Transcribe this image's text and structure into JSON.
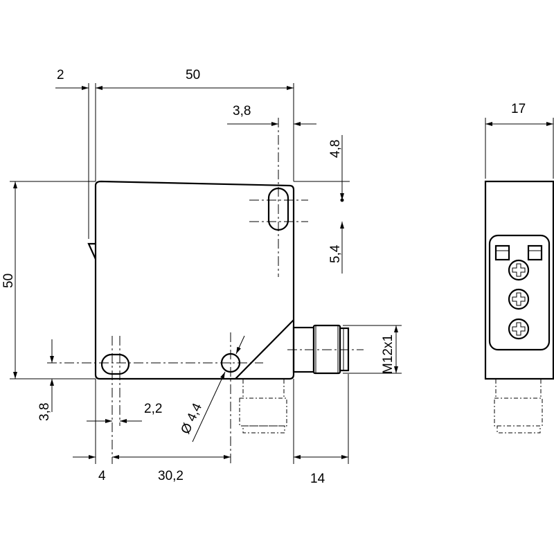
{
  "dimensions": {
    "top_offset": "2",
    "width": "50",
    "slot_offset": "3,8",
    "slot_top": "4,8",
    "slot_length": "5,4",
    "height": "50",
    "bottom_offset": "3,8",
    "slot_width": "2,2",
    "hole_diameter": "Ø 4,4",
    "left_offset": "4",
    "hole_spacing": "30,2",
    "connector_length": "14",
    "thread": "M12x1",
    "depth": "17"
  }
}
